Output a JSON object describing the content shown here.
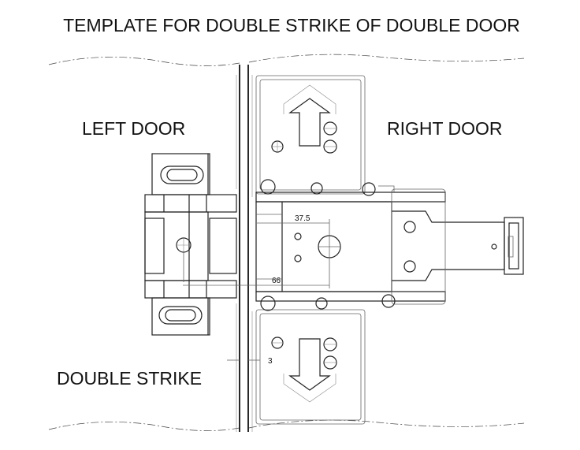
{
  "title": "TEMPLATE FOR DOUBLE STRIKE OF DOUBLE DOOR",
  "labels": {
    "left_door": "LEFT DOOR",
    "right_door": "RIGHT DOOR",
    "double_strike": "DOUBLE STRIKE"
  },
  "dimensions": {
    "d1": "37.5",
    "d2": "66",
    "d3": "3"
  }
}
